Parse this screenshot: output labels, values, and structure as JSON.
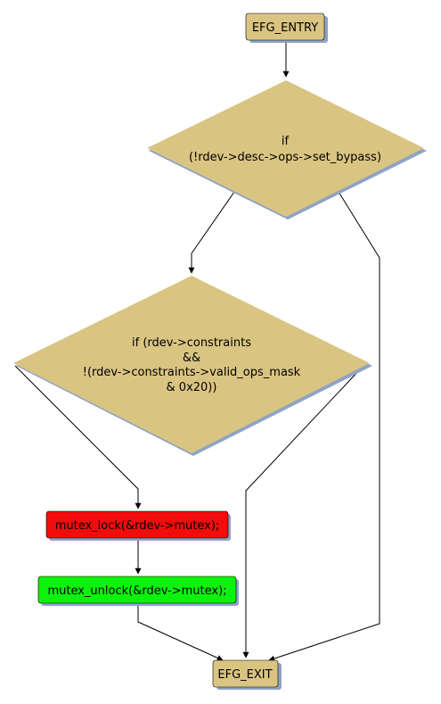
{
  "colors": {
    "decision_fill": "#d9c482",
    "terminal_fill": "#d9c482",
    "lock_fill": "#f20c0c",
    "unlock_fill": "#0cf20c",
    "shadow": "#8fa3c4",
    "edge": "#000000"
  },
  "nodes": {
    "entry": {
      "label": "EFG_ENTRY"
    },
    "cond1": {
      "lines": [
        "if",
        "(!rdev->desc->ops->set_bypass)"
      ]
    },
    "cond2": {
      "lines": [
        "if (rdev->constraints",
        "&&",
        "!(rdev->constraints->valid_ops_mask",
        "& 0x20))"
      ]
    },
    "lock": {
      "label": "mutex_lock(&rdev->mutex);"
    },
    "unlock": {
      "label": "mutex_unlock(&rdev->mutex);"
    },
    "exit": {
      "label": "EFG_EXIT"
    }
  }
}
